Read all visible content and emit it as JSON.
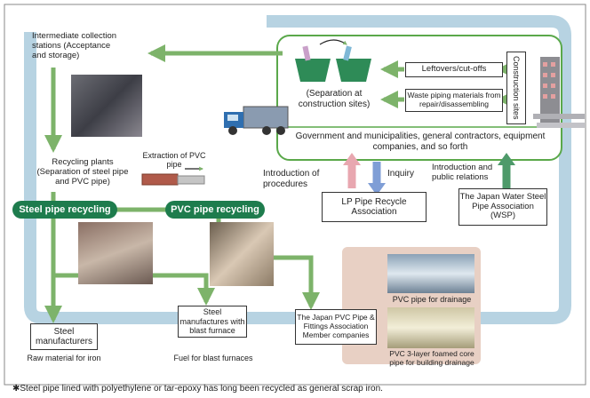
{
  "nodes": {
    "collection_stations": "Intermediate collection stations (Acceptance and storage)",
    "recycling_plants": "Recycling plants (Separation of steel pipe and PVC pipe)",
    "extraction": "Extraction of PVC pipe",
    "steel_recycling": "Steel pipe recycling",
    "pvc_recycling": "PVC pipe recycling",
    "separation_sites": "(Separation at construction sites)",
    "leftovers": "Leftovers/cut-offs",
    "waste_piping": "Waste piping materials from repair/disassembling",
    "construction_sites": "Construction sites",
    "government": "Government and municipalities, general contractors, equipment companies, and so forth",
    "intro_procedures": "Introduction of procedures",
    "inquiry": "Inquiry",
    "intro_public": "Introduction and public relations",
    "lp_association": "LP Pipe Recycle Association",
    "wsp": "The Japan Water Steel Pipe Association (WSP)",
    "steel_manufacturers": "Steel manufacturers",
    "steel_furnace": "Steel manufactures with blast furnace",
    "pvc_association": "The Japan PVC Pipe & Fittings Association Member companies",
    "raw_material": "Raw material for iron",
    "fuel": "Fuel for blast furnaces",
    "pvc_drainage": "PVC pipe for drainage",
    "pvc_3layer": "PVC 3-layer foamed core pipe for building drainage"
  },
  "footnote": "✱Steel pipe lined with polyethylene or tar-epoxy has long been recycled as general scrap iron.",
  "colors": {
    "loop": "#b7d3e2",
    "arrow_green": "#7db36a",
    "pill_green": "#1e7c4d",
    "box_green": "#5aa84a",
    "pink": "#e8a7b0",
    "blue_arrow": "#7f9ed6",
    "panel_tan": "#e8d0c4"
  }
}
